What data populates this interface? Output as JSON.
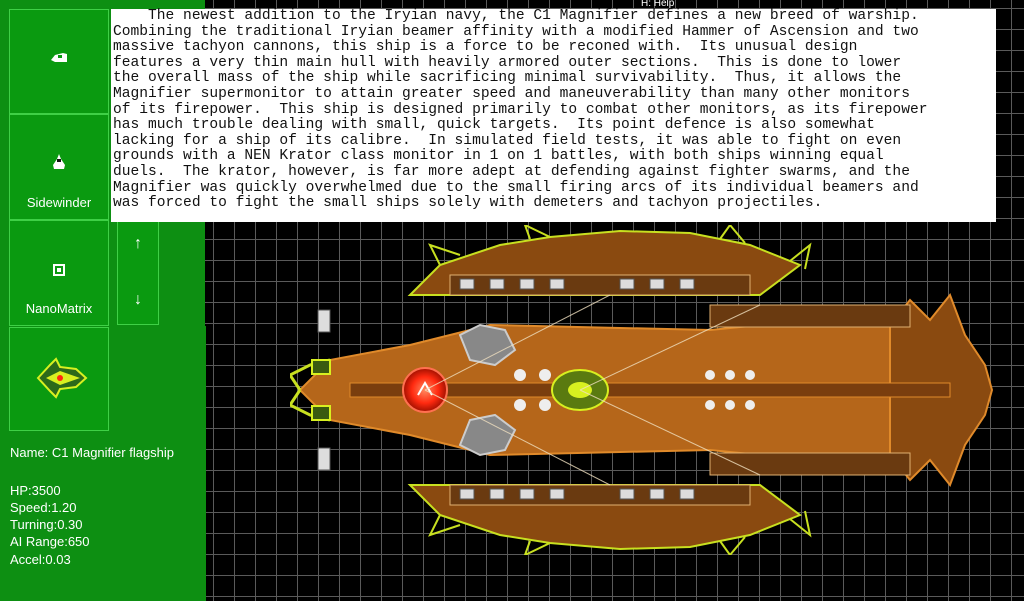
{
  "help_label": "H: Help",
  "sidebar": {
    "buttons": [
      {
        "label": "",
        "icon": "fighter-icon"
      },
      {
        "label": "Sidewinder",
        "icon": "sidewinder-icon"
      },
      {
        "label": "NanoMatrix",
        "icon": "nanomatrix-icon"
      }
    ],
    "arrows": {
      "up": "↑",
      "down": "↓"
    },
    "selected_icon": "magnifier-ship-icon"
  },
  "ship_info": {
    "name": "Name: C1 Magnifier flagship",
    "hp": "HP:3500",
    "speed": "Speed:1.20",
    "turning": "Turning:0.30",
    "ai_range": "AI Range:650",
    "accel": "Accel:0.03"
  },
  "description": "    The newest addition to the Iryian navy, the C1 Magnifier defines a new breed of warship.\nCombining the traditional Iryian beamer affinity with a modified Hammer of Ascension and two\nmassive tachyon cannons, this ship is a force to be reconed with.  Its unusual design\nfeatures a very thin main hull with heavily armored outer sections.  This is done to lower\nthe overall mass of the ship while sacrificing minimal survivability.  Thus, it allows the\nMagnifier supermonitor to attain greater speed and maneuverability than many other monitors\nof its firepower.  This ship is designed primarily to combat other monitors, as its firepower\nhas much trouble dealing with small, quick targets.  Its point defence is also somewhat\nlacking for a ship of its calibre.  In simulated field tests, it was able to fight on even\ngrounds with a NEN Krator class monitor in 1 on 1 battles, with both ships winning equal\nduels.  The krator, however, is far more adept at defending against fighter swarms, and the\nMagnifier was quickly overwhelmed due to the small firing arcs of its individual beamers and\nwas forced to fight the small ships solely with demeters and tachyon projectiles.",
  "colors": {
    "sidebar": "#0d8f12",
    "button_border": "#3fd046",
    "grid": "#5a5a5a",
    "hull": "#b5661a",
    "hull_edge": "#e08a2a",
    "accent_green": "#c8e020",
    "core_red": "#ff2a10"
  }
}
